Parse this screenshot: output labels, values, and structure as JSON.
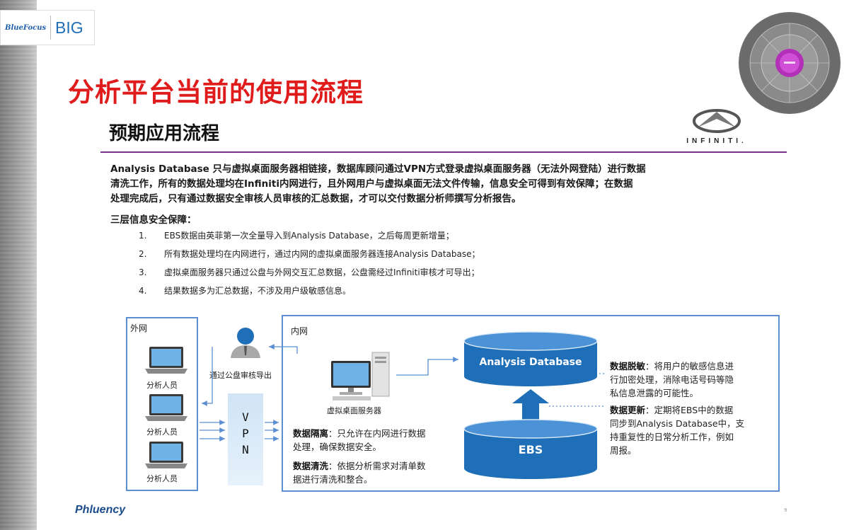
{
  "header": {
    "logo_bluefocus": "BlueFocus",
    "logo_big": "BIG",
    "main_title": "分析平台当前的使用流程",
    "sub_title": "预期应用流程",
    "brand_text": "INFINITI."
  },
  "intro": {
    "lines": [
      "Analysis Database 只与虚拟桌面服务器相链接，数据库顾问通过VPN方式登录虚拟桌面服务器（无法外网登陆）进行数据",
      "清洗工作，所有的数据处理均在Infiniti内网进行，且外网用户与虚拟桌面无法文件传输，信息安全可得到有效保障；在数据",
      "处理完成后，只有通过数据安全审核人员审核的汇总数据，才可以交付数据分析师撰写分析报告。"
    ]
  },
  "security": {
    "heading": "三层信息安全保障：",
    "items": [
      {
        "num": "1.",
        "text": "EBS数据由英菲第一次全量导入到Analysis Database，之后每周更新增量；"
      },
      {
        "num": "2.",
        "text": "所有数据处理均在内网进行，通过内网的虚拟桌面服务器连接Analysis Database；"
      },
      {
        "num": "3.",
        "text": "虚拟桌面服务器只通过公盘与外网交互汇总数据，公盘需经过Infiniti审核才可导出；"
      },
      {
        "num": "4.",
        "text": "结果数据多为汇总数据，不涉及用户级敏感信息。"
      }
    ]
  },
  "diagram": {
    "outer_label": "外网",
    "inner_label": "内网",
    "analyst_label": "分析人员",
    "reviewer_label": "通过公盘审核导出",
    "vpn": "V\nP\nN",
    "server_label": "虚拟桌面服务器",
    "db_top": "Analysis Database",
    "db_bottom": "EBS",
    "note_isolation_title": "数据隔离",
    "note_isolation_line1": "：只允许在内网进行数据",
    "note_isolation_line2": "处理，确保数据安全。",
    "note_cleaning_title": "数据清洗",
    "note_cleaning_line1": "：依据分析需求对清单数",
    "note_cleaning_line2": "据进行清洗和整合。",
    "note_masking_title": "数据脱敏",
    "note_masking_line1": "：将用户的敏感信息进",
    "note_masking_line2": "行加密处理，消除电话号码等隐",
    "note_masking_line3": "私信息泄露的可能性。",
    "note_update_title": "数据更新",
    "note_update_line1": "：定期将EBS中的数据",
    "note_update_line2": "同步到Analysis Database中，支",
    "note_update_line3": "持重复性的日常分析工作，例如",
    "note_update_line4": "周报。"
  },
  "footer": {
    "logo": "Phluency",
    "page": "9"
  },
  "colors": {
    "title_red": "#e01b1b",
    "accent_purple": "#7a2f8f",
    "box_blue": "#5b8fd1",
    "db_blue": "#1f6fb8"
  }
}
